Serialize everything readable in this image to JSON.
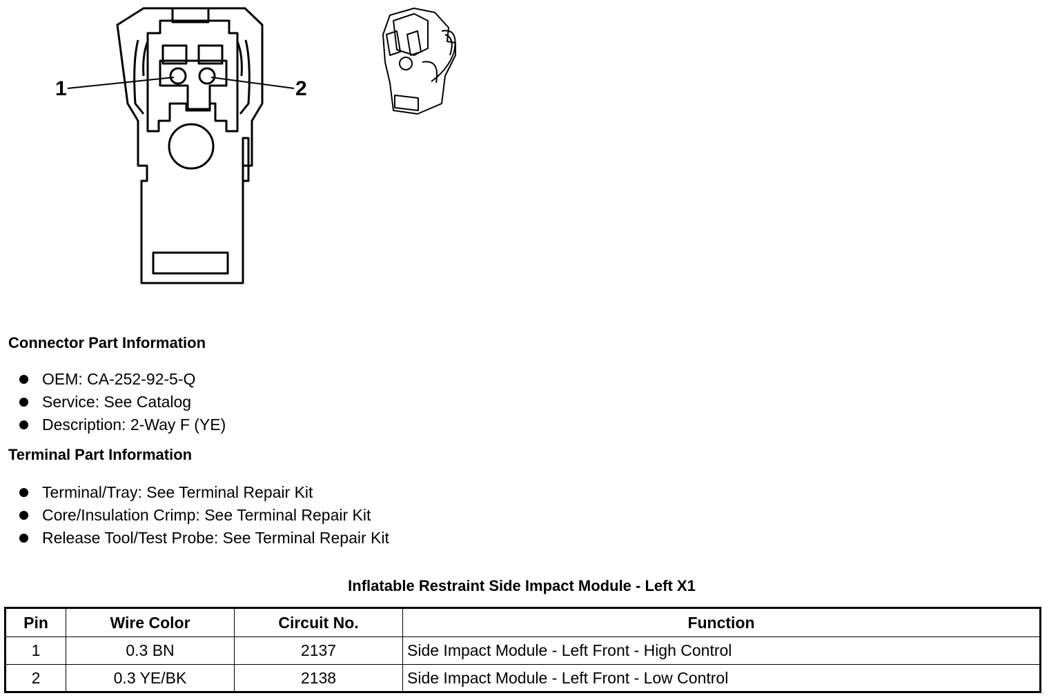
{
  "diagram": {
    "pin_labels": [
      "1",
      "2"
    ]
  },
  "connector_part_info": {
    "heading": "Connector Part Information",
    "items": [
      "OEM: CA-252-92-5-Q",
      "Service: See Catalog",
      "Description: 2-Way F (YE)"
    ]
  },
  "terminal_part_info": {
    "heading": "Terminal Part Information",
    "items": [
      "Terminal/Tray: See Terminal Repair Kit",
      "Core/Insulation Crimp: See Terminal Repair Kit",
      "Release Tool/Test Probe: See Terminal Repair Kit"
    ]
  },
  "pinout_table": {
    "title": "Inflatable Restraint Side Impact Module - Left X1",
    "headers": [
      "Pin",
      "Wire Color",
      "Circuit No.",
      "Function"
    ],
    "rows": [
      [
        "1",
        "0.3 BN",
        "2137",
        "Side Impact Module - Left Front - High Control"
      ],
      [
        "2",
        "0.3 YE/BK",
        "2138",
        "Side Impact Module - Left Front - Low Control"
      ]
    ]
  }
}
